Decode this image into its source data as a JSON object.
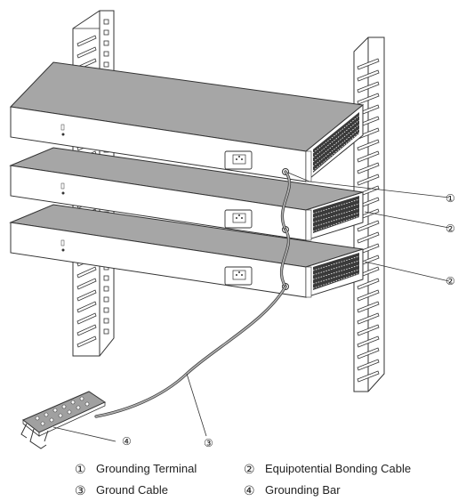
{
  "callouts": {
    "grounding_terminal": "①",
    "bonding_cable_upper": "②",
    "bonding_cable_lower": "②",
    "ground_cable": "③",
    "grounding_bar": "④"
  },
  "legend": [
    {
      "number": "①",
      "label": "Grounding Terminal"
    },
    {
      "number": "②",
      "label": "Equipotential Bonding Cable"
    },
    {
      "number": "③",
      "label": "Ground Cable"
    },
    {
      "number": "④",
      "label": "Grounding Bar"
    }
  ],
  "colors": {
    "line": "#333333",
    "device_top": "#9a9a9a",
    "device_top_light": "#b4b4b4",
    "device_front": "#ffffff",
    "cable": "#b0b0b0",
    "rack": "#ffffff"
  },
  "icons": {
    "rack": "rack-rail",
    "switch": "network-switch",
    "power": "power-socket",
    "ground": "grounding-bar"
  }
}
